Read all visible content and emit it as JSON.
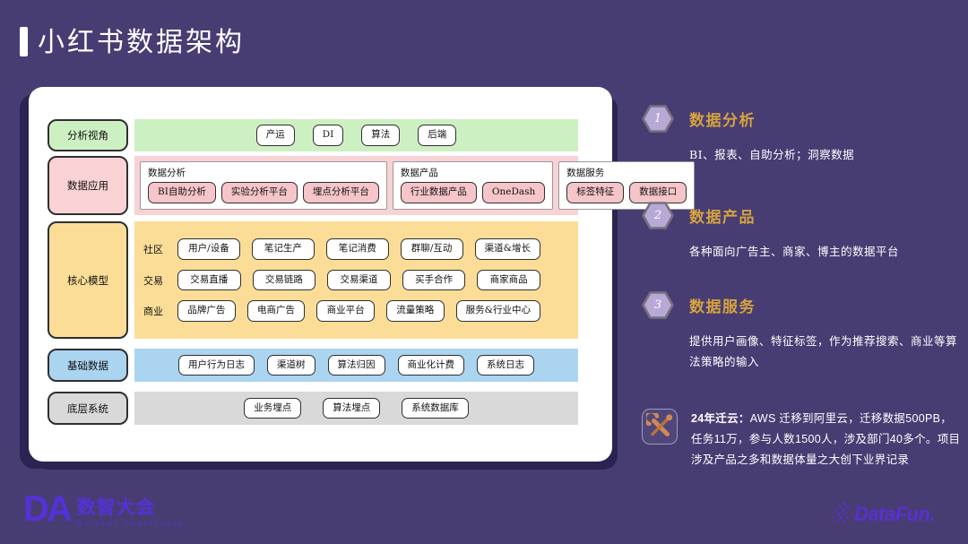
{
  "slide": {
    "title": "小红书数据架构"
  },
  "diagram": {
    "rows": [
      {
        "label": "分析视角",
        "items": [
          "产运",
          "DI",
          "算法",
          "后端"
        ]
      },
      {
        "label": "数据应用",
        "groups": [
          {
            "title": "数据分析",
            "items": [
              "BI自助分析",
              "实验分析平台",
              "埋点分析平台"
            ]
          },
          {
            "title": "数据产品",
            "items": [
              "行业数据产品",
              "OneDash"
            ]
          },
          {
            "title": "数据服务",
            "items": [
              "标签特征",
              "数据接口"
            ]
          }
        ]
      },
      {
        "label": "核心模型",
        "subrows": [
          {
            "label": "社区",
            "items": [
              "用户/设备",
              "笔记生产",
              "笔记消费",
              "群聊/互动",
              "渠道&增长"
            ]
          },
          {
            "label": "交易",
            "items": [
              "交易直播",
              "交易链路",
              "交易渠道",
              "买手合作",
              "商家商品"
            ]
          },
          {
            "label": "商业",
            "items": [
              "品牌广告",
              "电商广告",
              "商业平台",
              "流量策略",
              "服务&行业中心"
            ]
          }
        ]
      },
      {
        "label": "基础数据",
        "items": [
          "用户行为日志",
          "渠道树",
          "算法归因",
          "商业化计费",
          "系统日志"
        ]
      },
      {
        "label": "底层系统",
        "items": [
          "业务埋点",
          "算法埋点",
          "系统数据库"
        ]
      }
    ]
  },
  "sections": [
    {
      "num": "1",
      "title": "数据分析",
      "body": "BI、报表、自助分析；洞察数据"
    },
    {
      "num": "2",
      "title": "数据产品",
      "body": "各种面向广告主、商家、博主的数据平台"
    },
    {
      "num": "3",
      "title": "数据服务",
      "body": "提供用户画像、特征标签，作为推荐搜索、商业等算法策略的输入"
    }
  ],
  "callout": {
    "icon": "tools-icon",
    "label": "24年迁云：",
    "body": "AWS 迁移到阿里云，迁移数据500PB，任务11万，参与人数1500人，涉及部门40多个。项目涉及产品之多和数据体量之大创下业界记录"
  },
  "footer": {
    "left_abbr": "DA",
    "left_name": "数智大会",
    "left_sub": "Data+AI Conference",
    "right_name": "DataFun."
  },
  "colors": {
    "background": "#483d73",
    "card_shadow": "#2b2452",
    "accent_gold": "#d5a33e",
    "row_green": "#cdf0c3",
    "row_pink": "#f8d2d4",
    "row_yellow": "#fbdd97",
    "row_blue": "#abd4f0",
    "row_gray": "#d9d9d9",
    "pill_pink": "#f6c5c9",
    "hexagon_fill": "#b7a8d6",
    "logo_purple": "#5531d8",
    "datafun_purple": "#5a2fd2",
    "copper_icon": "#cf8a54"
  }
}
